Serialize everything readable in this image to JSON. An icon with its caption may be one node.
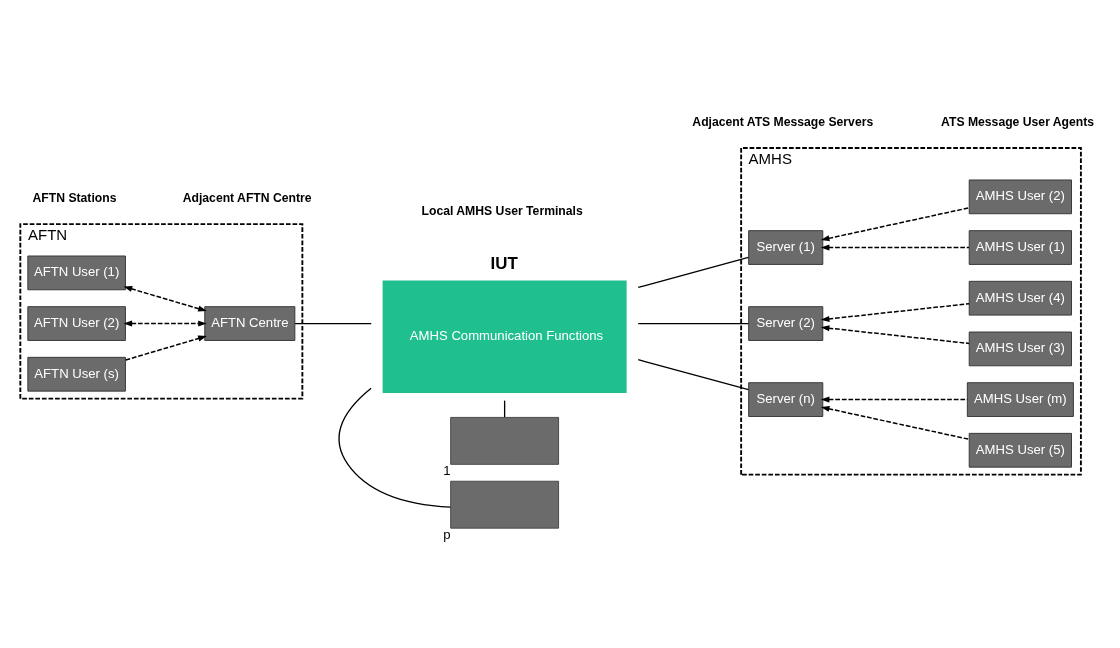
{
  "diagram": {
    "nodes": [
      {
        "text": [
          "AFTN"
        ]
      },
      {
        "text": [
          "AFTN User (1)"
        ],
        "in": 0
      },
      {
        "text": [
          "AFTN User (2)"
        ],
        "in": 0
      },
      {
        "text": [
          "AFTN User (s)"
        ],
        "in": 0
      },
      {
        "text": [
          "AFTN Centre"
        ],
        "in": 0
      },
      {
        "text": [
          "IUT",
          "AMHS Communication Functions"
        ]
      },
      {
        "text": [],
        "shape": "box",
        "beside": [
          "p"
        ]
      },
      {
        "text": [],
        "shape": "box",
        "beside": [
          "1"
        ]
      },
      {
        "text": [
          "AMHS"
        ]
      },
      {
        "text": [
          "Server (1)"
        ],
        "in": 8
      },
      {
        "text": [
          "Server (2)"
        ],
        "in": 8
      },
      {
        "text": [
          "Server (n)"
        ],
        "in": 8
      },
      {
        "text": [
          "AMHS User (1)"
        ],
        "in": 8
      },
      {
        "text": [
          "AMHS User (2)"
        ],
        "in": 8
      },
      {
        "text": [
          "AMHS User (3)"
        ],
        "in": 8
      },
      {
        "text": [
          "AMHS User (4)"
        ],
        "in": 8
      },
      {
        "text": [
          "AMHS User (5)"
        ],
        "in": 8
      },
      {
        "text": [
          "AMHS User (m)"
        ],
        "in": 8
      }
    ],
    "edges": [
      {
        "from": 1,
        "to": 4,
        "arrow": "both",
        "style": "dashed"
      },
      {
        "from": 2,
        "to": 4,
        "arrow": "both",
        "style": "dashed"
      },
      {
        "from": 3,
        "to": 4,
        "arrow": "to",
        "style": "dashed"
      },
      {
        "from": 4,
        "to": 5,
        "arrow": "none"
      },
      {
        "from": 5,
        "to": 6,
        "arrow": "none"
      },
      {
        "from": 5,
        "to": 7,
        "arrow": "none"
      },
      {
        "from": 5,
        "to": 9,
        "arrow": "none"
      },
      {
        "from": 5,
        "to": 10,
        "arrow": "none"
      },
      {
        "from": 5,
        "to": 11,
        "arrow": "none"
      },
      {
        "from": 12,
        "to": 9,
        "arrow": "to",
        "style": "dashed"
      },
      {
        "from": 13,
        "to": 9,
        "arrow": "to",
        "style": "dashed"
      },
      {
        "from": 14,
        "to": 10,
        "arrow": "to",
        "style": "dashed"
      },
      {
        "from": 15,
        "to": 10,
        "arrow": "to",
        "style": "dashed"
      },
      {
        "from": 16,
        "to": 11,
        "arrow": "to",
        "style": "dashed"
      },
      {
        "from": 17,
        "to": 11,
        "arrow": "to",
        "style": "dashed"
      }
    ],
    "labels": [
      "AFTN Stations",
      "Adjacent AFTN Centre",
      "Adjacent ATS Message Servers",
      "ATS Message User Agents",
      "Local AMHS User Terminals"
    ]
  }
}
